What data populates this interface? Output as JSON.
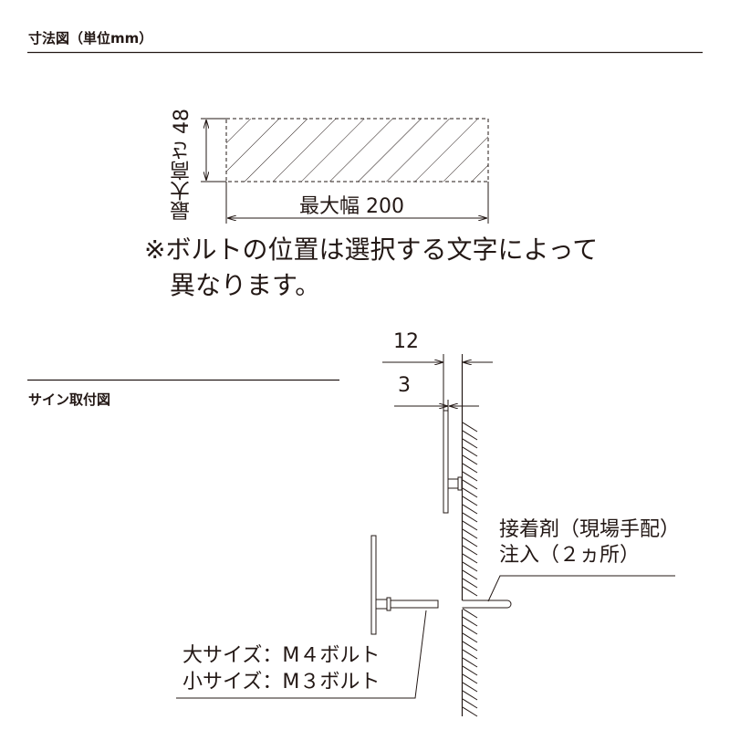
{
  "sections": {
    "dimensions": {
      "title": "寸法図（単位mm）",
      "height_label": "最大高さ 48",
      "width_label": "最大幅 200",
      "note_line1": "※ボルトの位置は選択する文字によって",
      "note_line2": "異なります。"
    },
    "mounting": {
      "title": "サイン取付図",
      "dim_outer": "12",
      "dim_inner": "3",
      "adhesive_line1": "接着剤（現場手配）",
      "adhesive_line2": "注入（２ヵ所）",
      "bolt_large": "大サイズ：M４ボルト",
      "bolt_small": "小サイズ：M３ボルト"
    }
  },
  "colors": {
    "ink": "#231815",
    "background": "#ffffff"
  }
}
